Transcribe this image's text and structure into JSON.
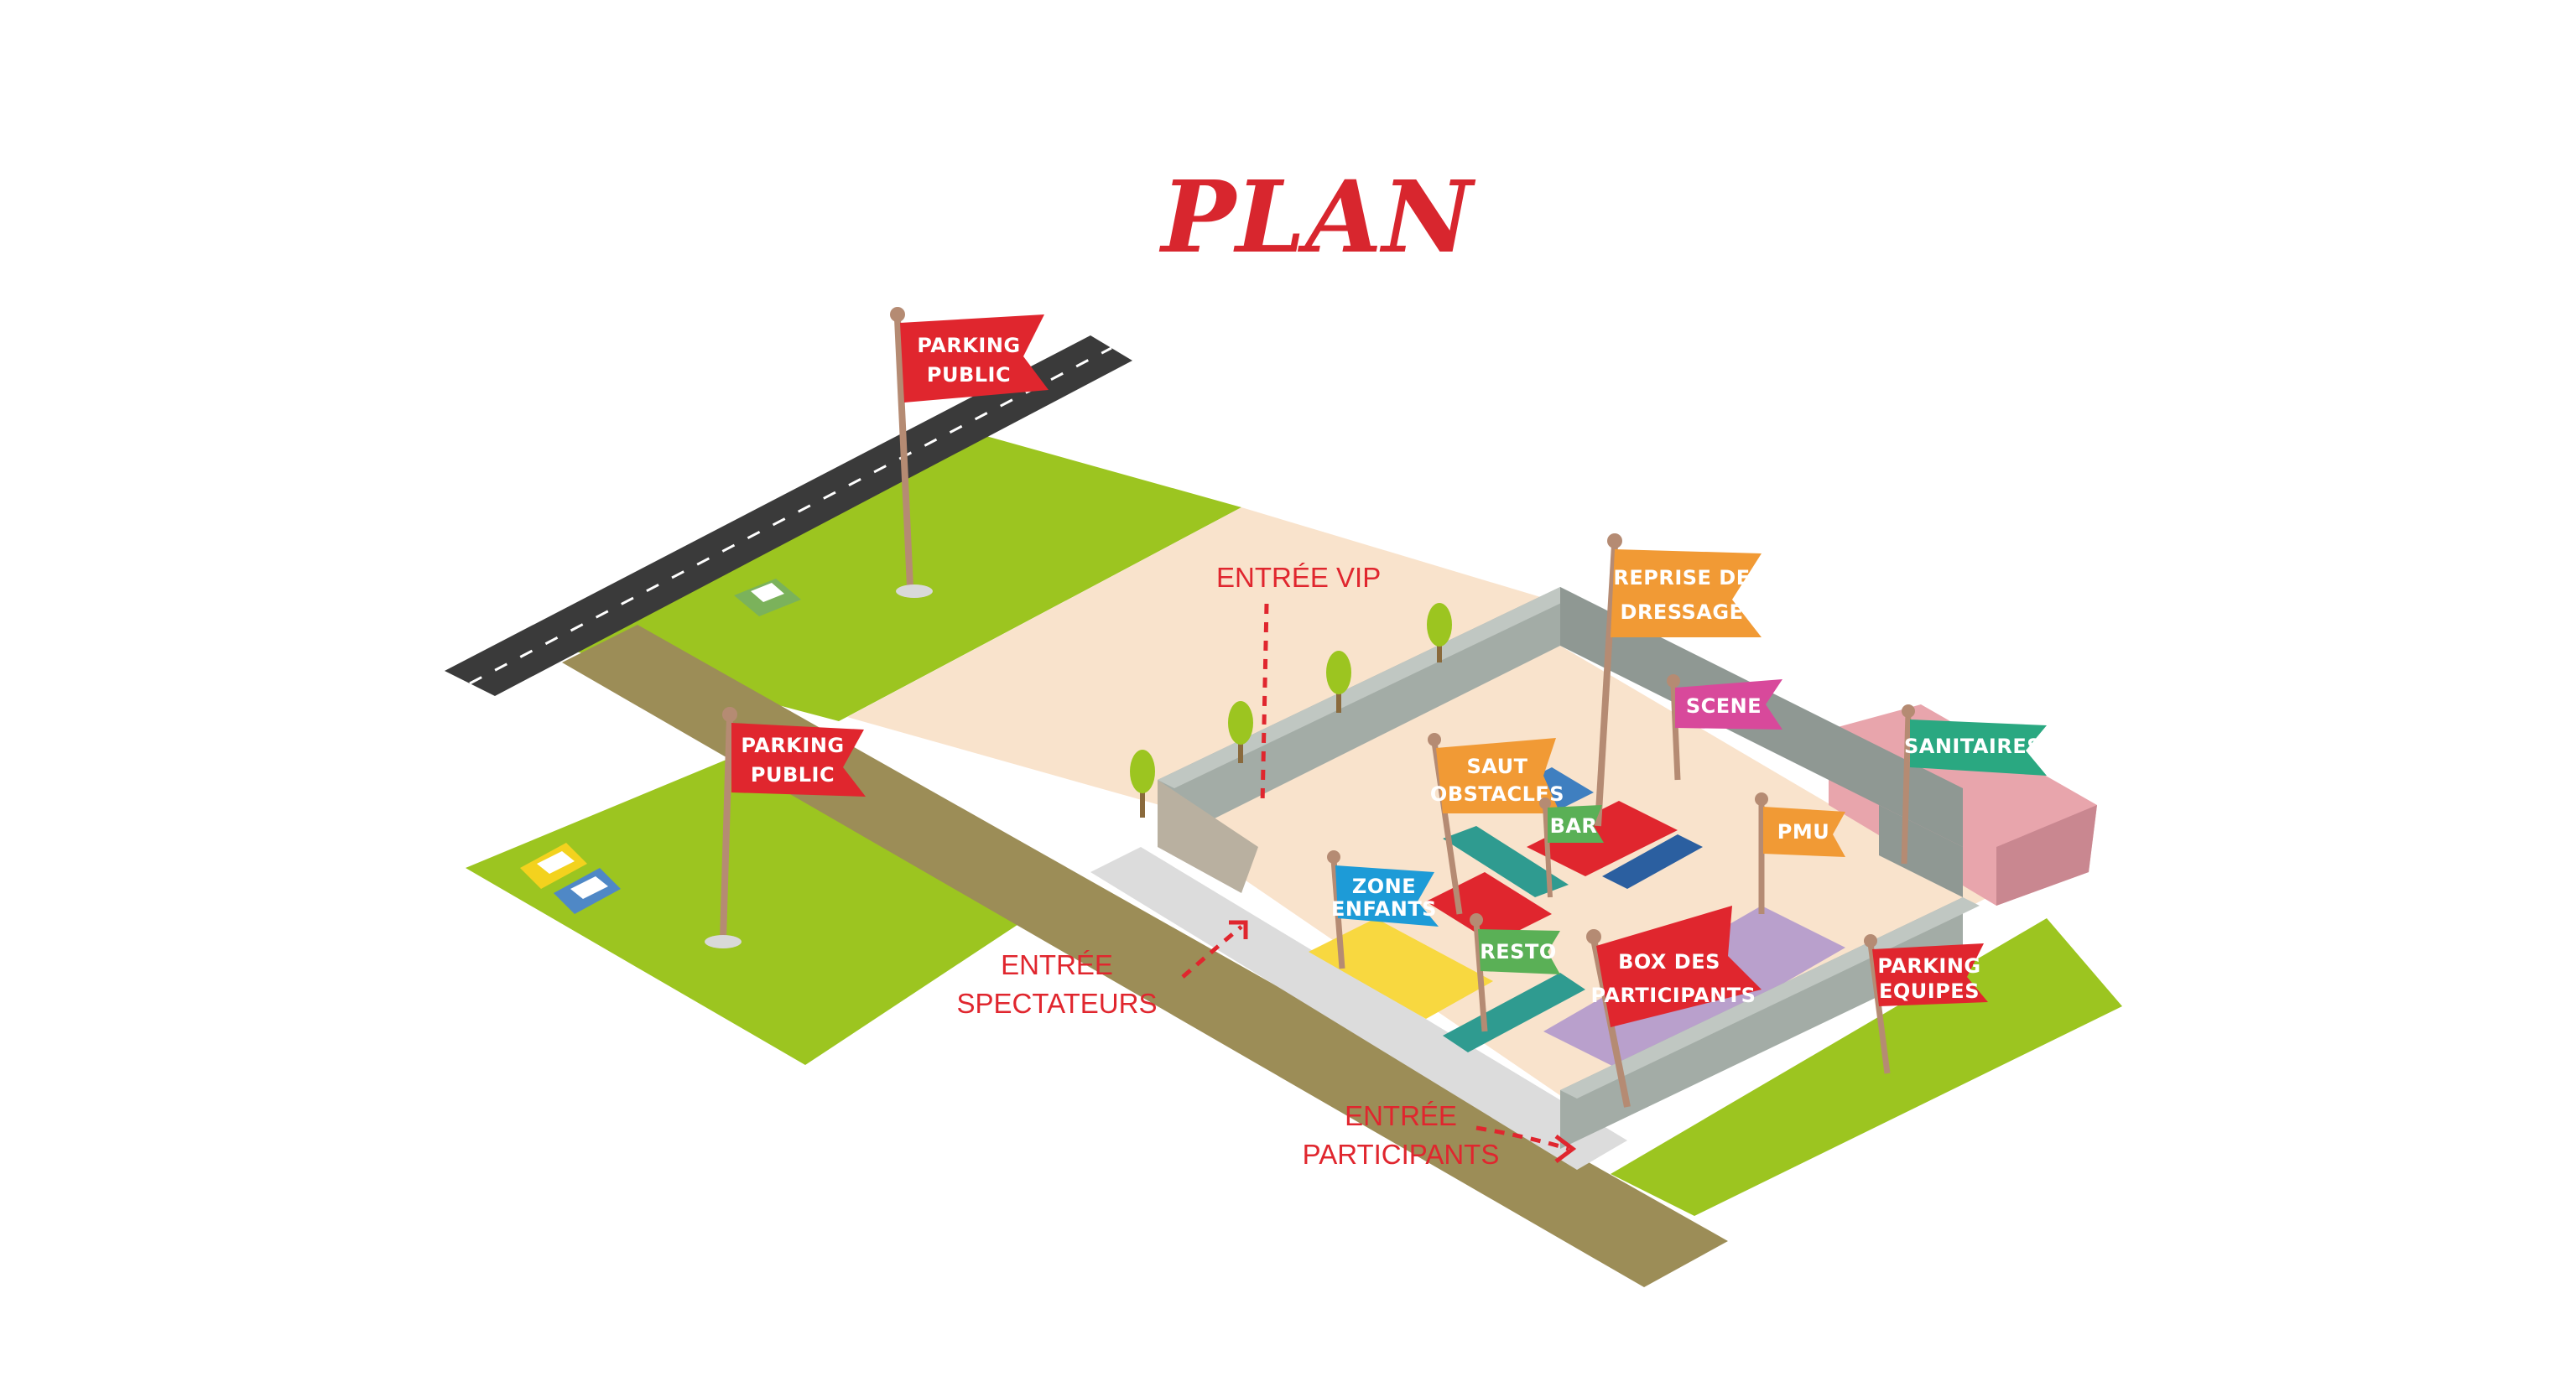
{
  "title": "PLAN",
  "colors": {
    "grass": "#9cc520",
    "road": "#3a3a3a",
    "path": "#9c8d57",
    "sand": "#f9e3cc",
    "wall": "#a3aca6",
    "title_red": "#d8262e",
    "entry_red": "#e0262e"
  },
  "flags": [
    {
      "id": "parking-public-top",
      "lines": [
        "PARKING",
        "PUBLIC"
      ],
      "color": "#e0262e"
    },
    {
      "id": "parking-public-left",
      "lines": [
        "PARKING",
        "PUBLIC"
      ],
      "color": "#e0262e"
    },
    {
      "id": "reprise-de-dressage",
      "lines": [
        "REPRISE DE",
        "DRESSAGE"
      ],
      "color": "#f19a35"
    },
    {
      "id": "scene",
      "lines": [
        "SCENE"
      ],
      "color": "#d8499b"
    },
    {
      "id": "saut-obstacles",
      "lines": [
        "SAUT",
        "OBSTACLES"
      ],
      "color": "#f19a35"
    },
    {
      "id": "bar",
      "lines": [
        "BAR"
      ],
      "color": "#5ab056"
    },
    {
      "id": "sanitaires",
      "lines": [
        "SANITAIRES"
      ],
      "color": "#2aa881"
    },
    {
      "id": "pmu",
      "lines": [
        "PMU"
      ],
      "color": "#f19a35"
    },
    {
      "id": "zone-enfants",
      "lines": [
        "ZONE",
        "ENFANTS"
      ],
      "color": "#1d9bd7"
    },
    {
      "id": "resto",
      "lines": [
        "RESTO"
      ],
      "color": "#5ab056"
    },
    {
      "id": "box-des-participants",
      "lines": [
        "BOX DES",
        "PARTICIPANTS"
      ],
      "color": "#e0262e"
    },
    {
      "id": "parking-equipes",
      "lines": [
        "PARKING",
        "EQUIPES"
      ],
      "color": "#e0262e"
    }
  ],
  "entrances": [
    {
      "id": "entree-vip",
      "lines": [
        "ENTRÉE VIP"
      ]
    },
    {
      "id": "entree-spectateurs",
      "lines": [
        "ENTRÉE",
        "SPECTATEURS"
      ]
    },
    {
      "id": "entree-participants",
      "lines": [
        "ENTRÉE",
        "PARTICIPANTS"
      ]
    }
  ]
}
